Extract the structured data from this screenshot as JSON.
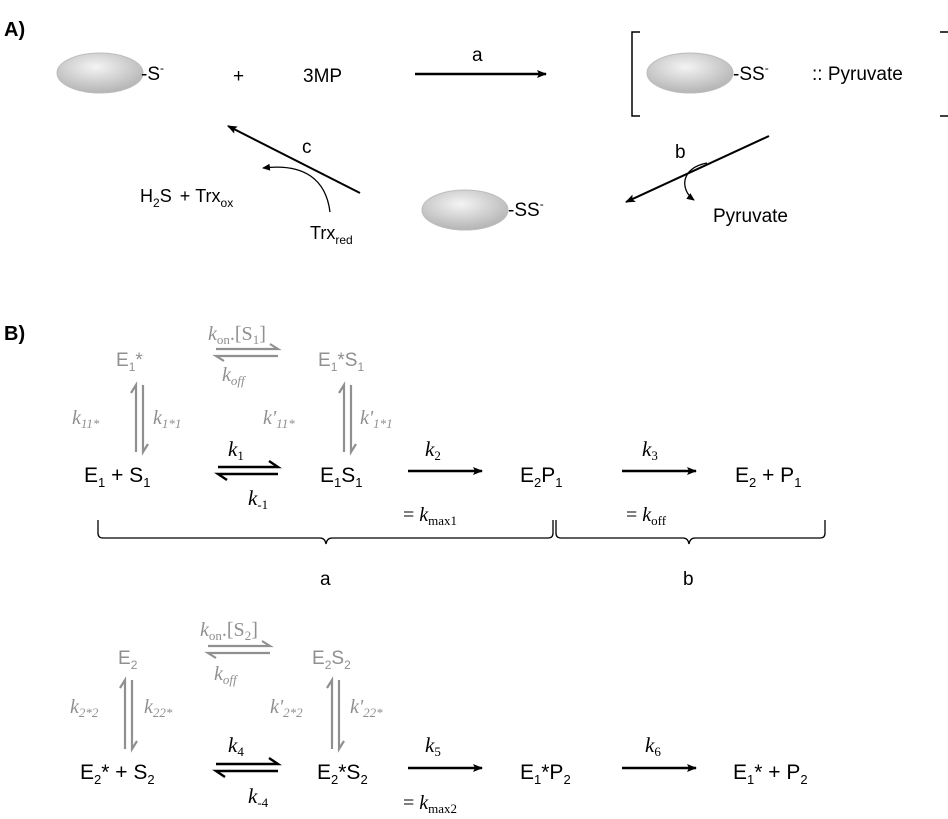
{
  "panel_a": {
    "label": "A)",
    "enzyme_thiolate_suffix": "-S",
    "thiolate_charge": "-",
    "plus": "+",
    "substrate": "3MP",
    "step_a": "a",
    "step_b": "b",
    "step_c": "c",
    "complex_suffix": "-SS",
    "complex_charge": "-",
    "complex_partner": ":: Pyruvate",
    "persulfide_suffix": "-SS",
    "persulfide_charge": "-",
    "product_pyruvate": "Pyruvate",
    "h2s": "H",
    "h2s_sub": "2",
    "h2s_tail": "S",
    "trx_plus": "+",
    "trx_ox": "Trx",
    "trx_ox_sub": "ox",
    "trx_red": "Trx",
    "trx_red_sub": "red"
  },
  "panel_b": {
    "label": "B)",
    "row1": {
      "e1star": "E",
      "e1star_sub": "1",
      "e1star_mark": "*",
      "kon_top": "k",
      "kon_top_sub": "on",
      "kon_top_tail": ".[S",
      "kon_top_sub2": "1",
      "kon_top_end": "]",
      "koff_top": "k",
      "koff_top_sub": "off",
      "e1starS1": "E",
      "e1starS1_sub1": "1",
      "e1starS1_mid": "*S",
      "e1starS1_sub2": "1",
      "k11star": "k",
      "k11star_sub": "11*",
      "k1star1": "k",
      "k1star1_sub": "1*1",
      "kp11star": "k'",
      "kp11star_sub": "11*",
      "kp1star1": "k'",
      "kp1star1_sub": "1*1",
      "e1s1_left": "E",
      "e1s1_left_sub": "1",
      "e1s1_plus": " + S",
      "e1s1_plus_sub": "1",
      "k1": "k",
      "k1_sub": "1",
      "km1": "k",
      "km1_sub": "-1",
      "e1s1": "E",
      "e1s1_sub1": "1",
      "e1s1_s": "S",
      "e1s1_sub2": "1",
      "k2": "k",
      "k2_sub": "2",
      "kmax1_eq": "= ",
      "kmax1": "k",
      "kmax1_sub": "max1",
      "e2p1": "E",
      "e2p1_sub1": "2",
      "e2p1_p": "P",
      "e2p1_sub2": "1",
      "k3": "k",
      "k3_sub": "3",
      "koff_eq": "= ",
      "koff": "k",
      "koff_sub": "off",
      "e2_plus_p1": "E",
      "e2_plus_p1_sub1": "2",
      "e2_plus_p1_mid": " + P",
      "e2_plus_p1_sub2": "1",
      "brace_a": "a",
      "brace_b": "b"
    },
    "row2": {
      "e2": "E",
      "e2_sub": "2",
      "kon_top": "k",
      "kon_top_sub": "on",
      "kon_top_tail": ".[S",
      "kon_top_sub2": "2",
      "kon_top_end": "]",
      "koff_top": "k",
      "koff_top_sub": "off",
      "e2s2": "E",
      "e2s2_sub1": "2",
      "e2s2_s": "S",
      "e2s2_sub2": "2",
      "k2star2": "k",
      "k2star2_sub": "2*2",
      "k22star": "k",
      "k22star_sub": "22*",
      "kp2star2": "k'",
      "kp2star2_sub": "2*2",
      "kp22star": "k'",
      "kp22star_sub": "22*",
      "e2starS2_left": "E",
      "e2starS2_left_sub": "2",
      "e2starS2_left_mid": "* + S",
      "e2starS2_left_sub2": "2",
      "k4": "k",
      "k4_sub": "4",
      "km4": "k",
      "km4_sub": "-4",
      "e2starS2": "E",
      "e2starS2_sub1": "2",
      "e2starS2_mid": "*S",
      "e2starS2_sub2": "2",
      "k5": "k",
      "k5_sub": "5",
      "kmax2_eq": "= ",
      "kmax2": "k",
      "kmax2_sub": "max2",
      "e1starP2": "E",
      "e1starP2_sub1": "1",
      "e1starP2_mid": "*P",
      "e1starP2_sub2": "2",
      "k6": "k",
      "k6_sub": "6",
      "e1star_plus_p2": "E",
      "e1star_plus_p2_sub1": "1",
      "e1star_plus_p2_mid": "* + P",
      "e1star_plus_p2_sub2": "2"
    }
  },
  "colors": {
    "ink": "#000000",
    "gray_ink": "#909090",
    "enzyme_light": "#f2f2f2",
    "enzyme_dark": "#b8b8b8"
  }
}
